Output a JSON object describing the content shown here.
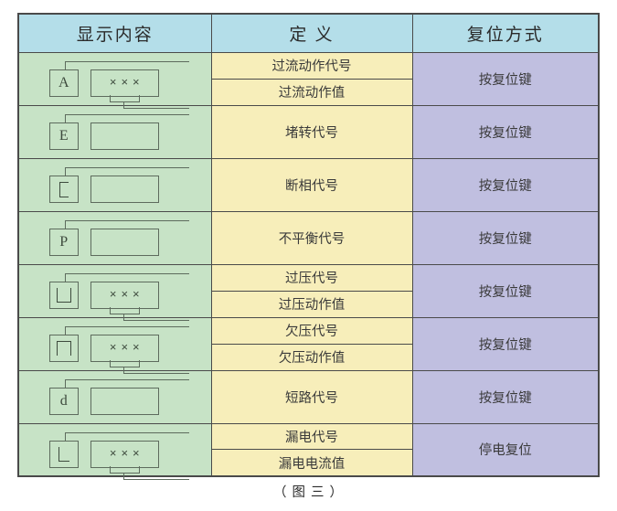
{
  "caption": "（ 图 三 ）",
  "colors": {
    "header_bg": "#b4dee9",
    "display_bg": "#c7e3c6",
    "definition_bg": "#f7eeba",
    "reset_bg": "#c0bfe0",
    "border": "#4a4a4a",
    "icon_stroke": "#5d6b5d",
    "page_bg": "#ffffff"
  },
  "table": {
    "headers": {
      "display": "显示内容",
      "definition": "定 义",
      "reset": "复位方式"
    },
    "rows": [
      {
        "id": "overcurrent",
        "icon": {
          "letter": "A",
          "letter_kind": "text",
          "data": "×××",
          "has_data": true
        },
        "definitions": [
          "过流动作代号",
          "过流动作值"
        ],
        "reset": "按复位键"
      },
      {
        "id": "locked-rotor",
        "icon": {
          "letter": "E",
          "letter_kind": "text",
          "data": "",
          "has_data": false
        },
        "definitions": [
          "堵转代号"
        ],
        "reset": "按复位键"
      },
      {
        "id": "phase-loss",
        "icon": {
          "letter": "C",
          "letter_kind": "glyph-c",
          "data": "",
          "has_data": false
        },
        "definitions": [
          "断相代号"
        ],
        "reset": "按复位键"
      },
      {
        "id": "unbalance",
        "icon": {
          "letter": "P",
          "letter_kind": "text",
          "data": "",
          "has_data": false
        },
        "definitions": [
          "不平衡代号"
        ],
        "reset": "按复位键"
      },
      {
        "id": "overvoltage",
        "icon": {
          "letter": "U",
          "letter_kind": "glyph-u",
          "data": "×××",
          "has_data": true
        },
        "definitions": [
          "过压代号",
          "过压动作值"
        ],
        "reset": "按复位键"
      },
      {
        "id": "undervoltage",
        "icon": {
          "letter": "∩",
          "letter_kind": "glyph-n",
          "data": "×××",
          "has_data": true
        },
        "definitions": [
          "欠压代号",
          "欠压动作值"
        ],
        "reset": "按复位键"
      },
      {
        "id": "short-circuit",
        "icon": {
          "letter": "d",
          "letter_kind": "text",
          "data": "",
          "has_data": false
        },
        "definitions": [
          "短路代号"
        ],
        "reset": "按复位键"
      },
      {
        "id": "earth-leakage",
        "icon": {
          "letter": "L",
          "letter_kind": "glyph-l",
          "data": "×××",
          "has_data": true
        },
        "definitions": [
          "漏电代号",
          "漏电电流值"
        ],
        "reset": "停电复位"
      }
    ]
  }
}
